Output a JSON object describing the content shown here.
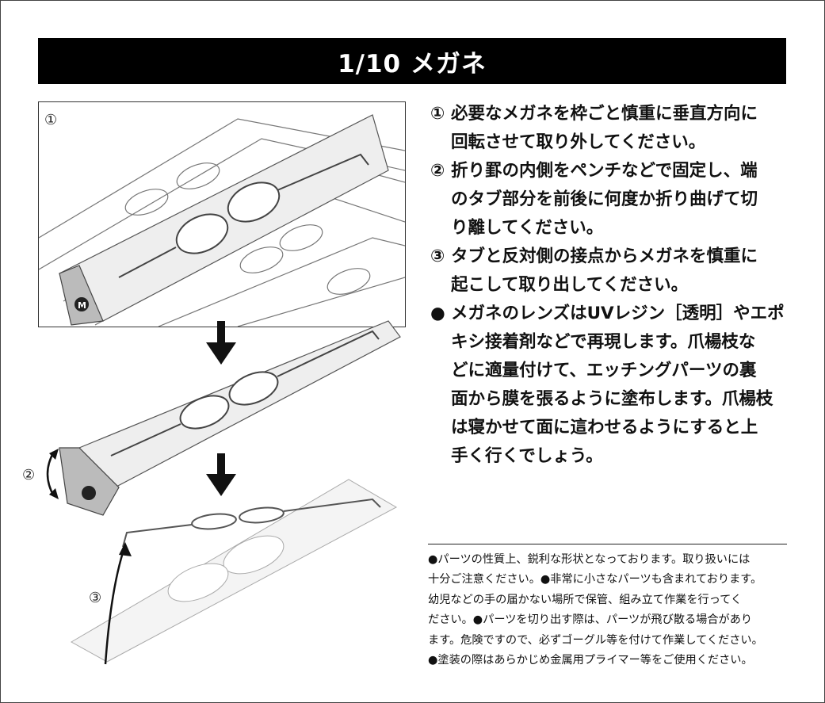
{
  "title": "1/10 メガネ",
  "step_labels": [
    "①",
    "②",
    "③"
  ],
  "instructions": [
    {
      "marker": "①",
      "lines": [
        "必要なメガネを枠ごと慎重に垂直方向に",
        "回転させて取り外してください。"
      ]
    },
    {
      "marker": "②",
      "lines": [
        "折り罫の内側をペンチなどで固定し、端",
        "のタブ部分を前後に何度か折り曲げて切",
        "り離してください。"
      ]
    },
    {
      "marker": "③",
      "lines": [
        "タブと反対側の接点からメガネを慎重に",
        "起こして取り出してください。"
      ]
    },
    {
      "marker": "●",
      "lines": [
        "メガネのレンズはUVレジン［透明］やエポ",
        "キシ接着剤などで再現します。爪楊枝な",
        "どに適量付けて、エッチングパーツの裏",
        "面から膜を張るように塗布します。爪楊枝",
        "は寝かせて面に這わせるようにすると上",
        "手く行くでしょう。"
      ]
    }
  ],
  "notes": [
    "●パーツの性質上、鋭利な形状となっております。取り扱いには",
    "十分ご注意ください。●非常に小さなパーツも含まれております。",
    "幼児などの手の届かない場所で保管、組み立て作業を行ってく",
    "ださい。●パーツを切り出す際は、パーツが飛び散る場合があり",
    "ます。危険ですので、必ずゴーグル等を付けて作業してください。",
    "●塗装の際はあらかじめ金属用プライマー等をご使用ください。"
  ],
  "logo_letter": "M"
}
